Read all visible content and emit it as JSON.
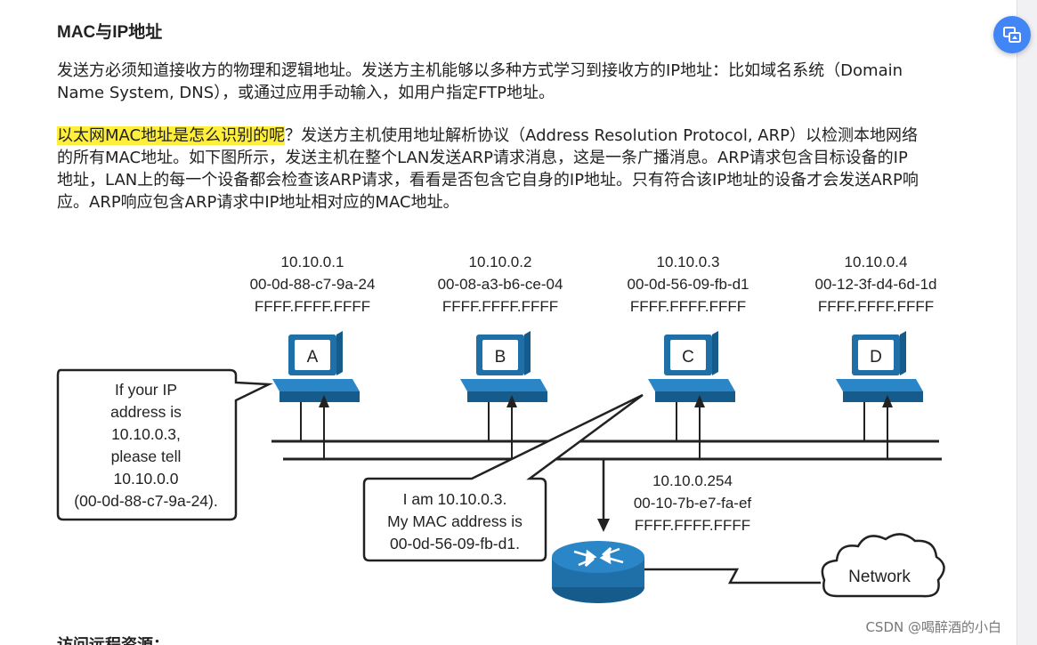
{
  "article": {
    "heading": "MAC与IP地址",
    "para1": "发送方必须知道接收方的物理和逻辑地址。发送方主机能够以多种方式学习到接收方的IP地址：比如域名系统（Domain Name System, DNS），或通过应用手动输入，如用户指定FTP地址。",
    "para2_highlight": "以太网MAC地址是怎么识别的呢",
    "para2_rest": "？发送方主机使用地址解析协议（Address Resolution Protocol, ARP）以检测本地网络的所有MAC地址。如下图所示，发送主机在整个LAN发送ARP请求消息，这是一条广播消息。ARP请求包含目标设备的IP地址，LAN上的每一个设备都会检查该ARP请求，看看是否包含它自身的IP地址。只有符合该IP地址的设备才会发送ARP响应。ARP响应包含ARP请求中IP地址相对应的MAC地址。",
    "next_heading_partial": "访问远程资源："
  },
  "diagram": {
    "hosts": [
      {
        "label": "A",
        "ip": "10.10.0.1",
        "mac": "00-0d-88-c7-9a-24",
        "broadcast": "FFFF.FFFF.FFFF"
      },
      {
        "label": "B",
        "ip": "10.10.0.2",
        "mac": "00-08-a3-b6-ce-04",
        "broadcast": "FFFF.FFFF.FFFF"
      },
      {
        "label": "C",
        "ip": "10.10.0.3",
        "mac": "00-0d-56-09-fb-d1",
        "broadcast": "FFFF.FFFF.FFFF"
      },
      {
        "label": "D",
        "ip": "10.10.0.4",
        "mac": "00-12-3f-d4-6d-1d",
        "broadcast": "FFFF.FFFF.FFFF"
      }
    ],
    "router": {
      "ip": "10.10.0.254",
      "mac": "00-10-7b-e7-fa-ef",
      "broadcast": "FFFF.FFFF.FFFF"
    },
    "request_bubble": [
      "If your IP",
      "address is",
      "10.10.0.3,",
      "please tell",
      "10.10.0.0",
      "(00-0d-88-c7-9a-24)."
    ],
    "reply_bubble": [
      "I am 10.10.0.3.",
      "My MAC address is",
      "00-0d-56-09-fb-d1."
    ],
    "cloud_label": "Network"
  },
  "watermark": "CSDN @喝醉酒的小白",
  "colors": {
    "highlight": "#ffee3a",
    "fab": "#4285f4",
    "device_blue": "#1f6fa8"
  },
  "icons": {
    "fab": "image-translate-icon"
  }
}
